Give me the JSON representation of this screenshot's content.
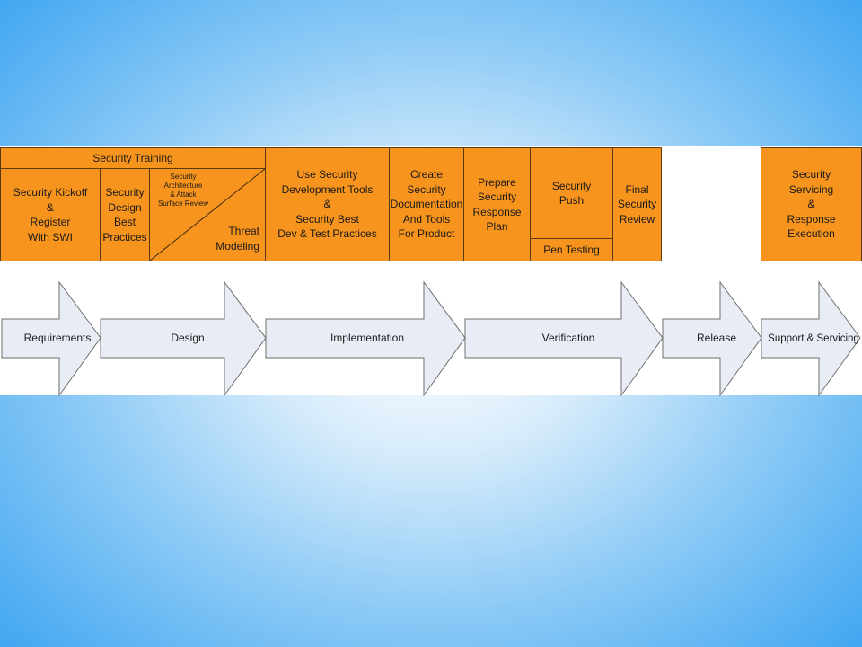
{
  "training": {
    "header": "Security Training",
    "kickoff": "Security Kickoff\n&\nRegister\nWith SWI",
    "design_best": "Security\nDesign\nBest\nPractices",
    "arch_review": "Security\nArchitecture\n& Attack\nSurface Review",
    "threat_modeling": "Threat\nModeling"
  },
  "activities": {
    "dev_tools": "Use Security\nDevelopment Tools\n&\nSecurity Best\nDev &  Test Practices",
    "documentation": "Create\nSecurity\nDocumentation\nAnd Tools\nFor Product",
    "response_plan": "Prepare\nSecurity\nResponse\nPlan",
    "push": "Security\nPush",
    "pen_testing": "Pen Testing",
    "final_review": "Final\nSecurity\nReview",
    "servicing": "Security\nServicing\n&\nResponse\nExecution"
  },
  "phases": [
    "Requirements",
    "Design",
    "Implementation",
    "Verification",
    "Release",
    "Support & Servicing"
  ],
  "colors": {
    "box_fill": "#f7941d",
    "arrow_fill": "#e8ecf4",
    "band": "#ffffff"
  }
}
